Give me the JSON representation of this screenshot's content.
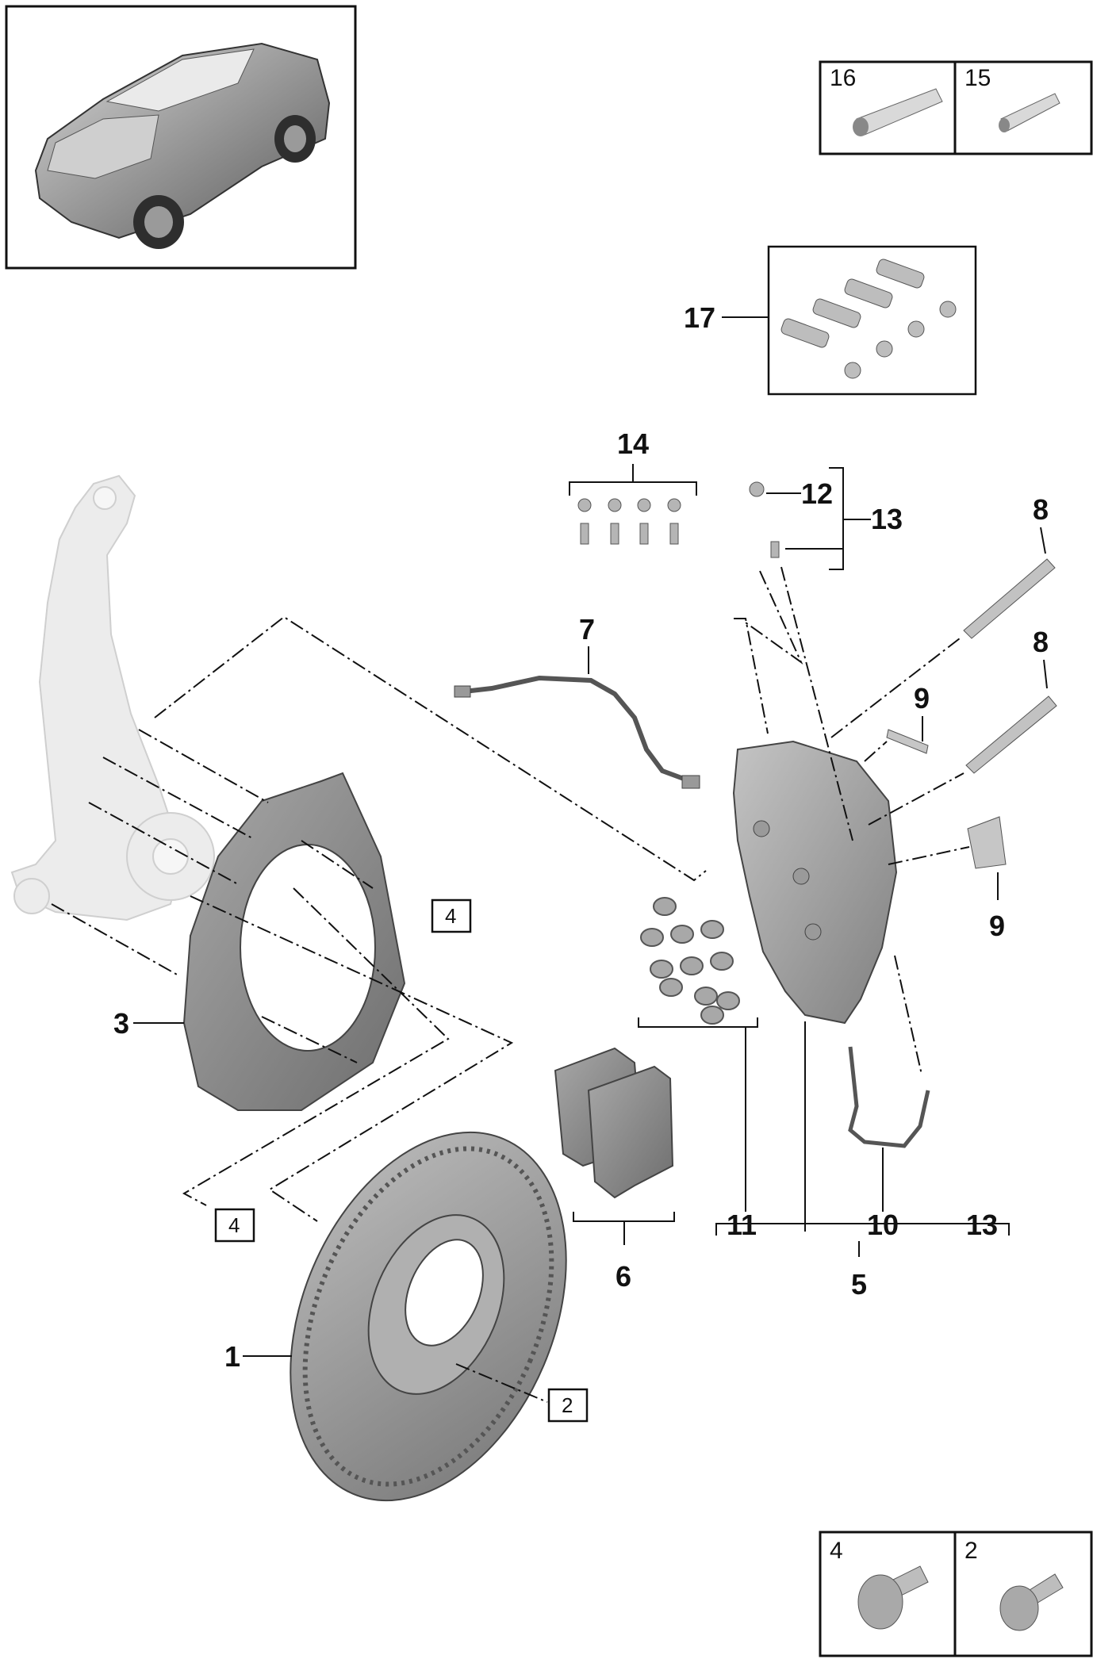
{
  "diagram": {
    "callouts": {
      "c1": "1",
      "c3": "3",
      "c5": "5",
      "c6": "6",
      "c7": "7",
      "c8a": "8",
      "c8b": "8",
      "c9a": "9",
      "c9b": "9",
      "c10": "10",
      "c11": "11",
      "c12": "12",
      "c13a": "13",
      "c13b": "13",
      "c14": "14",
      "c17": "17"
    },
    "boxed_refs": {
      "b4a": "4",
      "b4b": "4",
      "b2": "2"
    },
    "inset_top": {
      "left_num": "16",
      "right_num": "15"
    },
    "inset_bottom": {
      "left_num": "4",
      "right_num": "2"
    }
  },
  "colors": {
    "line": "#111111",
    "part_dark": "#7a7a7a",
    "part_light": "#e4e4e4"
  }
}
